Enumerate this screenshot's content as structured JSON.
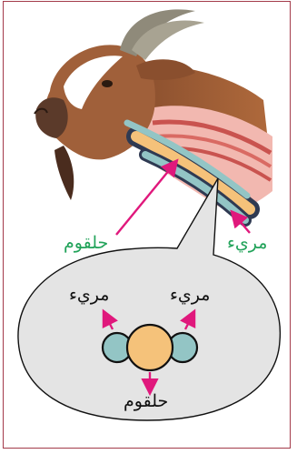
{
  "labels": {
    "trachea_top": "حلقوم",
    "esophagus_top": "مريء",
    "esophagus_bubble_left": "مريء",
    "esophagus_bubble_right": "مريء",
    "trachea_bubble": "حلقوم"
  },
  "colors": {
    "frame": "#a33a4a",
    "arrow": "#e0187c",
    "green_label": "#22a35a",
    "bubble_fill": "#e4e4e4",
    "trachea": "#f5c27a",
    "esophagus": "#93c5c5"
  }
}
